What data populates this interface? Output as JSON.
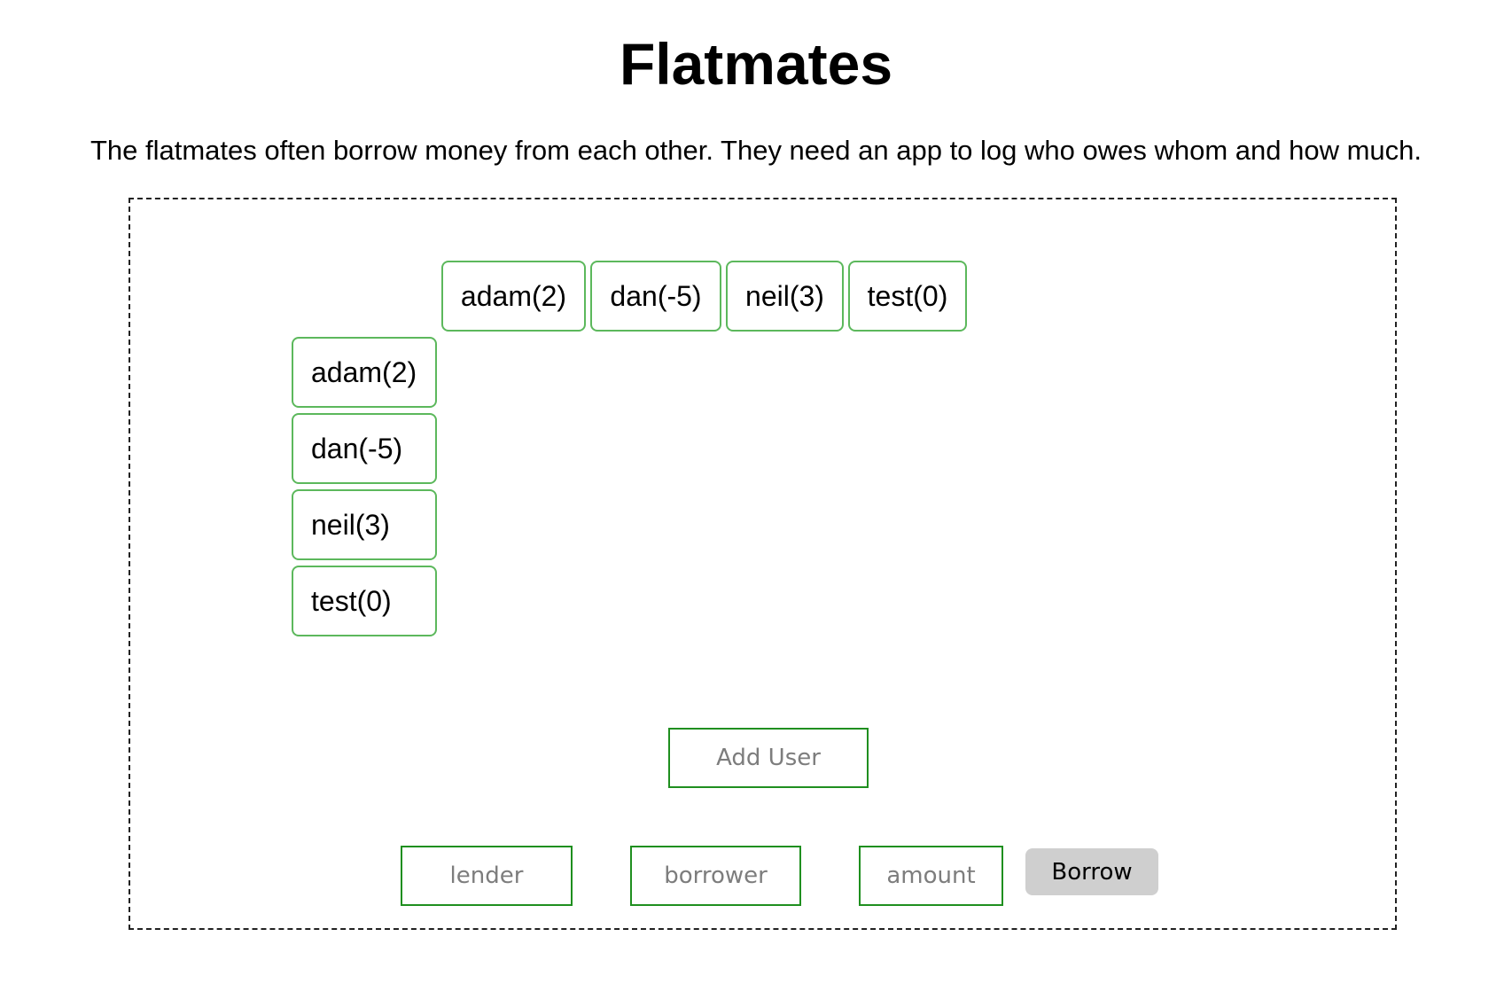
{
  "page": {
    "title": "Flatmates",
    "description": "The flatmates often borrow money from each other. They need an app to log who owes whom and how much."
  },
  "users": [
    {
      "label": "adam(2)"
    },
    {
      "label": "dan(-5)"
    },
    {
      "label": "neil(3)"
    },
    {
      "label": "test(0)"
    }
  ],
  "add_user": {
    "placeholder": "Add User"
  },
  "borrow_form": {
    "lender_placeholder": "lender",
    "borrower_placeholder": "borrower",
    "amount_placeholder": "amount",
    "button_label": "Borrow"
  },
  "colors": {
    "chip_border": "#5cb85c",
    "field_border": "#1f8f1f",
    "button_bg": "#cfcfcf"
  }
}
